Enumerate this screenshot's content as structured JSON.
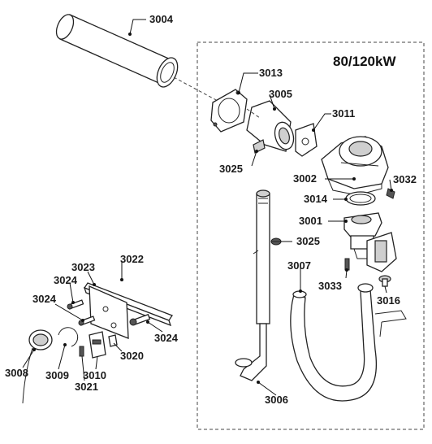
{
  "diagram": {
    "model_label": "80/120kW",
    "parts": {
      "p3004": "3004",
      "p3013": "3013",
      "p3005": "3005",
      "p3011": "3011",
      "p3025a": "3025",
      "p3002": "3002",
      "p3032": "3032",
      "p3014": "3014",
      "p3001": "3001",
      "p3025b": "3025",
      "p3007": "3007",
      "p3033": "3033",
      "p3016": "3016",
      "p3006": "3006",
      "p3022": "3022",
      "p3023": "3023",
      "p3024a": "3024",
      "p3024b": "3024",
      "p3024c": "3024",
      "p3020": "3020",
      "p3008": "3008",
      "p3009": "3009",
      "p3010": "3010",
      "p3021": "3021"
    }
  }
}
